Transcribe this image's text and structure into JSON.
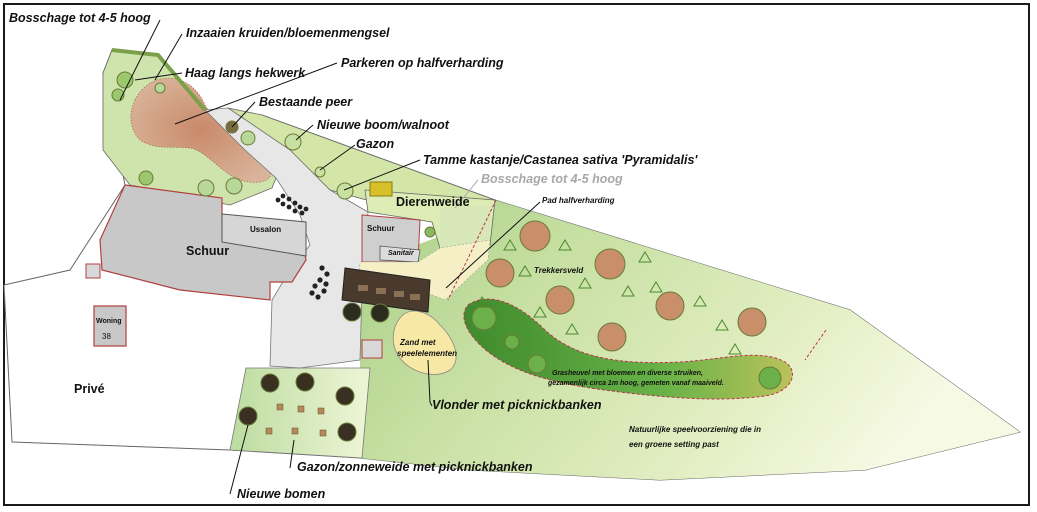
{
  "labels": {
    "bosschage_1": "Bosschage tot 4-5 hoog",
    "inzaaien": "Inzaaien kruiden/bloemenmengsel",
    "haag": "Haag langs hekwerk",
    "parkeren": "Parkeren op halfverharding",
    "peer": "Bestaande peer",
    "boom": "Nieuwe boom/walnoot",
    "gazon": "Gazon",
    "kastanje": "Tamme kastanje/Castanea sativa 'Pyramidalis'",
    "bosschage_2": "Bosschage tot 4-5 hoog",
    "dierenweide": "Dierenweide",
    "pad": "Pad halfverharding",
    "schuur_small": "Schuur",
    "sanitair": "Sanitair",
    "ussalon": "Ussalon",
    "schuur_big": "Schuur",
    "trekkersveld": "Trekkersveld",
    "woning": "Woning",
    "woning_nr": "38",
    "prive": "Privé",
    "zand_1": "Zand met",
    "zand_2": "speelelementen",
    "grasheuvel_1": "Grasheuvel met bloemen en diverse struiken,",
    "grasheuvel_2": "gezamenlijk circa 1m hoog, gemeten vanaf maaiveld.",
    "vlonder": "Vlonder met picknickbanken",
    "speel_1": "Natuurlijke speelvoorziening die in",
    "speel_2": "een groene setting past",
    "zonneweide": "Gazon/zonneweide met picknickbanken",
    "bomen": "Nieuwe bomen"
  },
  "colors": {
    "field_dark": "#c6dc9c",
    "field_light": "#f2f6dc",
    "building": "#c9c9c9",
    "building_edge": "#b04040",
    "paving": "#e9e9e9",
    "path_sand": "#f6f0c8",
    "hill_green": "#5a9e3a",
    "bed_brown": "#c89070",
    "deck": "#4a3a2e",
    "sandbox": "#f7e9a8"
  }
}
